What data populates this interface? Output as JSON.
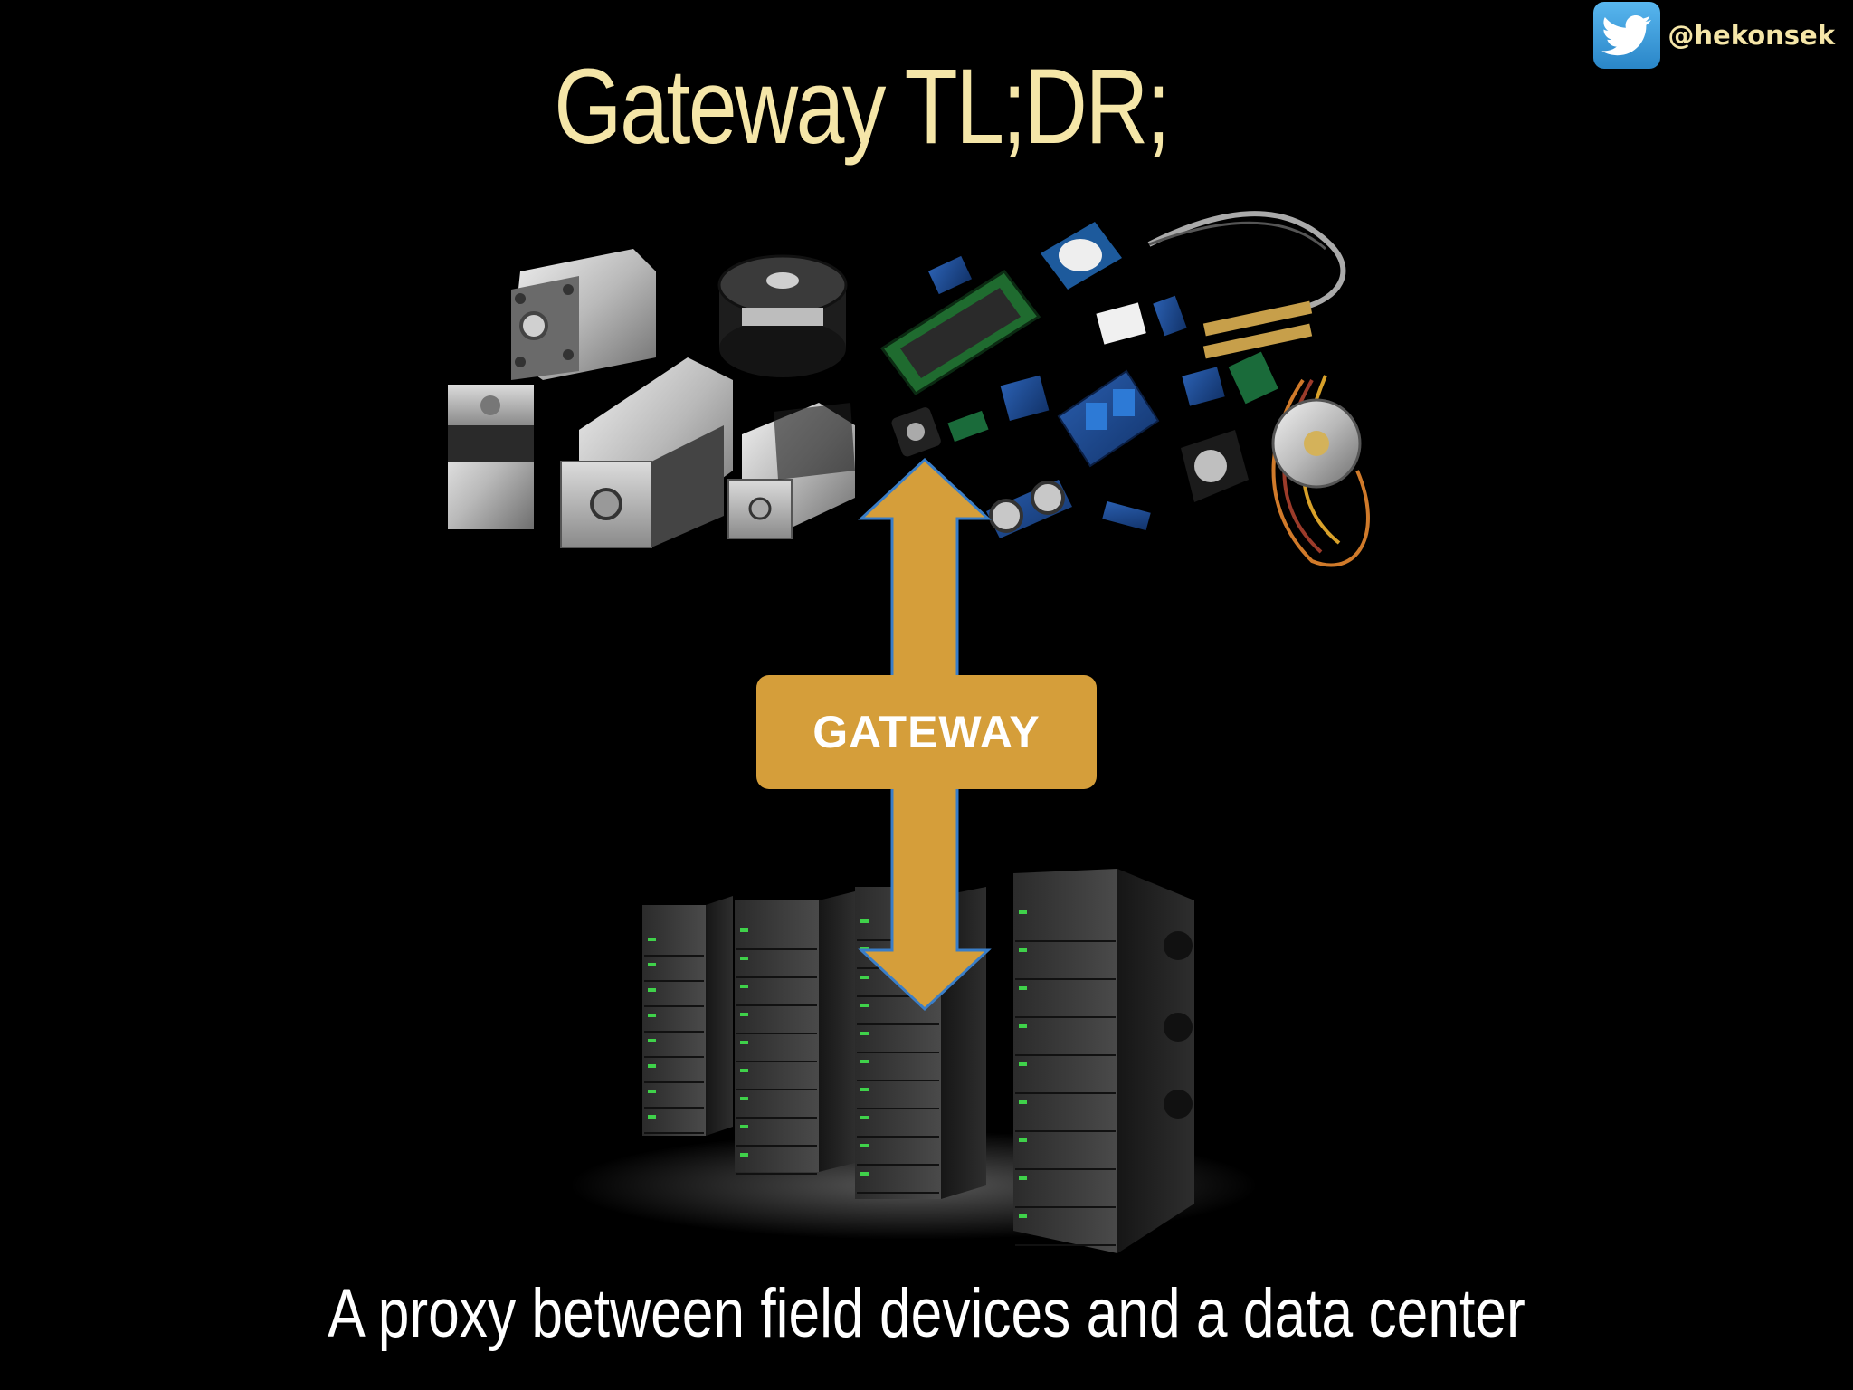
{
  "title": "Gateway TL;DR;",
  "twitter": {
    "icon": "twitter-bird-icon",
    "handle": "@hekonsek"
  },
  "gateway_label": "GATEWAY",
  "caption": "A proxy between field devices and a data center",
  "colors": {
    "background": "#000000",
    "title": "#f5e6a8",
    "gateway_fill": "#d59e3a",
    "arrow_outline": "#3a7ec8",
    "twitter_blue": "#3a9ad9",
    "server_led": "#3fd14a"
  }
}
